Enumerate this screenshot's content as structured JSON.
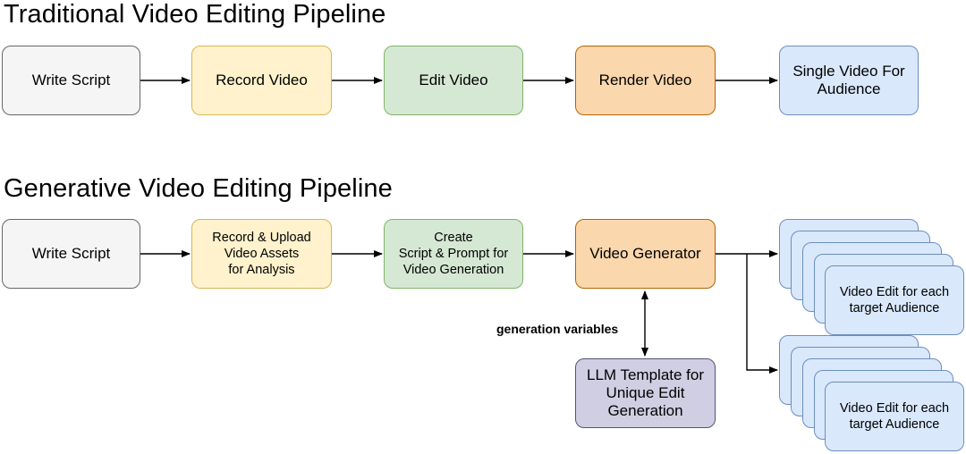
{
  "traditional": {
    "title": "Traditional Video Editing Pipeline",
    "steps": [
      "Write Script",
      "Record Video",
      "Edit Video",
      "Render Video",
      "Single Video For\nAudience"
    ]
  },
  "generative": {
    "title": "Generative Video Editing Pipeline",
    "steps": [
      "Write Script",
      "Record & Upload\nVideo Assets\nfor Analysis",
      "Create\nScript & Prompt for\nVideo Generation",
      "Video Generator"
    ],
    "template": "LLM Template for\nUnique Edit\nGeneration",
    "edge_label": "generation variables",
    "outputs": [
      "Video Edit for each\ntarget Audience",
      "Video Edit for each\ntarget Audience"
    ]
  },
  "colors": {
    "gray": "#f5f5f5",
    "yellow": "#fff2cc",
    "green": "#d5e8d4",
    "orange": "#fad7ac",
    "blue": "#dae8fc",
    "purple": "#d0cee2"
  }
}
